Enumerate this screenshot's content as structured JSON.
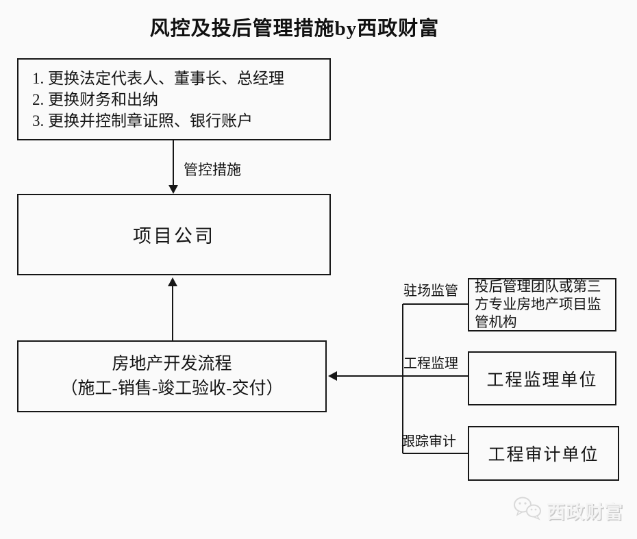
{
  "title": "风控及投后管理措施by西政财富",
  "boxes": {
    "control_measures_list": {
      "lines": [
        "1. 更换法定代表人、董事长、总经理",
        "2. 更换财务和出纳",
        "3. 更换并控制章证照、银行账户"
      ]
    },
    "project_company": {
      "label": "项目公司"
    },
    "development_process": {
      "line1": "房地产开发流程",
      "line2": "（施工-销售-竣工验收-交付）"
    },
    "supervision_team": {
      "label": "投后管理团队或第三方专业房地产项目监管机构"
    },
    "engineering_supervision_unit": {
      "label": "工程监理单位"
    },
    "engineering_audit_unit": {
      "label": "工程审计单位"
    }
  },
  "edge_labels": {
    "control_measures": "管控措施",
    "onsite_supervision": "驻场监管",
    "engineering_supervision": "工程监理",
    "tracking_audit": "跟踪审计"
  },
  "watermark": {
    "text": "西政财富"
  },
  "colors": {
    "line": "#161616",
    "background": "#fafafa",
    "watermark": "#d9d9d9"
  }
}
